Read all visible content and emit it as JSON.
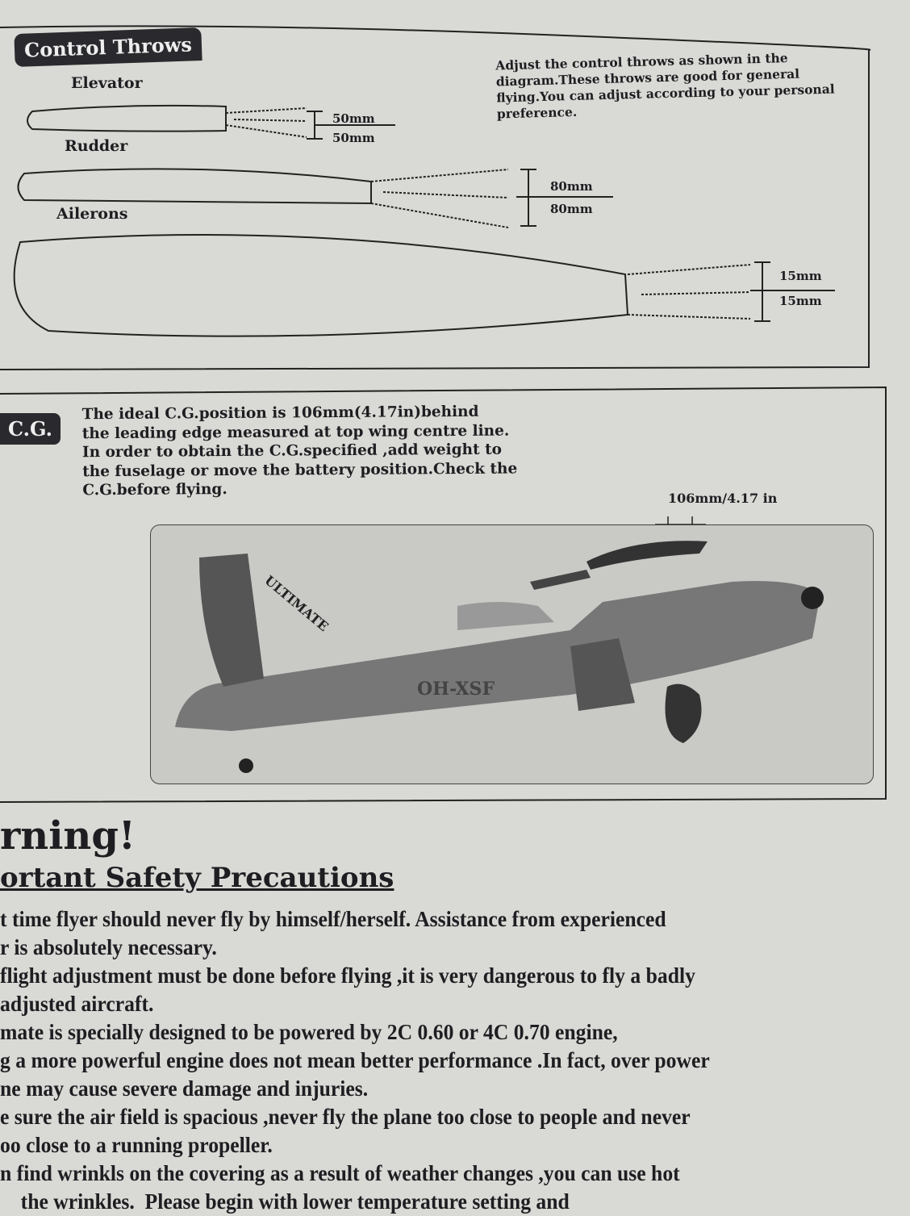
{
  "control_throws": {
    "title": "Control Throws",
    "description": "Adjust the control throws as shown in the diagram.These throws are good for general flying.You can adjust according to your personal preference.",
    "surfaces": [
      {
        "label": "Elevator",
        "up": "50mm",
        "down": "50mm"
      },
      {
        "label": "Rudder",
        "up": "80mm",
        "down": "80mm"
      },
      {
        "label": "Ailerons",
        "up": "15mm",
        "down": "15mm"
      }
    ]
  },
  "cg": {
    "badge": "C.G.",
    "text": [
      "The ideal C.G.position is 106mm(4.17in)behind",
      "the leading edge measured at top  wing centre  line.",
      "In order to obtain the C.G.specified ,add  weight to",
      "the fuselage or move the battery position.Check the",
      "C.G.before  flying."
    ],
    "measurement": "106mm/4.17 in",
    "photo_text": [
      "ULTIMATE",
      "OH-XSF"
    ]
  },
  "warning": {
    "title": "rning!",
    "subtitle": "ortant Safety Precautions",
    "lines": [
      "t time flyer should never fly by himself/herself.  Assistance  from  experienced",
      "r  is absolutely necessary.",
      "flight adjustment must be done before flying ,it is very dangerous to fly a badly",
      "adjusted aircraft.",
      "mate  is specially designed to be powered by 2C 0.60 or 4C 0.70 engine,",
      "g a more powerful engine does not mean better performance .In fact, over power",
      "ne may cause severe damage and injuries.",
      "e sure the air field is spacious ,never fly the plane too close to people and never",
      "oo close to a running propeller.",
      "n find wrinkls on the covering as a result of weather changes ,you can use hot",
      "    the wrinkles.  Please begin with lower temperature setting and"
    ]
  }
}
